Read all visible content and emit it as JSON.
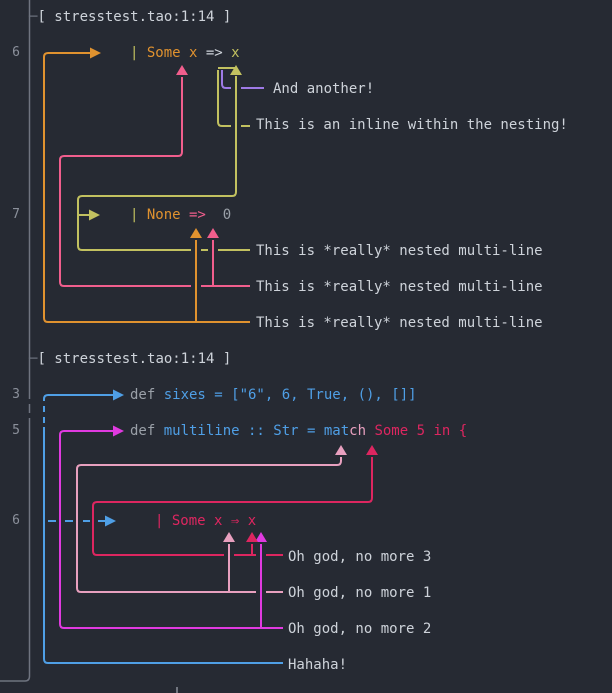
{
  "colors": {
    "background": "#262a33",
    "foreground": "#ced3da",
    "frame_gray": "#6f7480",
    "gutter_number_gray": "#8b909b",
    "muted_code_gray": "#9aa0a8",
    "orange": "#e0922f",
    "hot_pink": "#f15e8d",
    "olive": "#c2c160",
    "purple": "#9e7ae6",
    "blue": "#4f9fe6",
    "magenta": "#e03ae0",
    "crimson": "#dd2660",
    "plum": "#e8a0bf"
  },
  "report1": {
    "header_dash": "─",
    "header": "[ stresstest.tao:1:14 ]",
    "gutter": {
      "line6": "6",
      "line7": "7"
    },
    "line6": {
      "pipe": "| ",
      "kw": "Some x",
      "op": " => ",
      "tail": "x"
    },
    "line7": {
      "pipe": "| ",
      "kw": "None",
      "op": " => ",
      "tail": " 0"
    },
    "labels": {
      "another": "And another!",
      "inline": "This is an inline within the nesting!",
      "multi1": "This is *really* nested multi-line",
      "multi2": "This is *really* nested multi-line",
      "multi3": "This is *really* nested multi-line"
    }
  },
  "report2": {
    "header_dash": "─",
    "header": "[ stresstest.tao:1:14 ]",
    "gutter": {
      "line3": "3",
      "line5": "5",
      "line6": "6"
    },
    "line3": {
      "kw": "def ",
      "code": "sixes = [\"6\", 6, True, (), []]"
    },
    "line5": {
      "kw": "def ",
      "code": "multiline :: Str = mat",
      "hl": "ch",
      "sep": " ",
      "scrut": "Some 5 in {"
    },
    "line6": {
      "code": "| Some x ⇒ x"
    },
    "labels": {
      "no3": "Oh god, no more 3",
      "no1": "Oh god, no more 1",
      "no2": "Oh god, no more 2",
      "haha": "Hahaha!"
    }
  }
}
